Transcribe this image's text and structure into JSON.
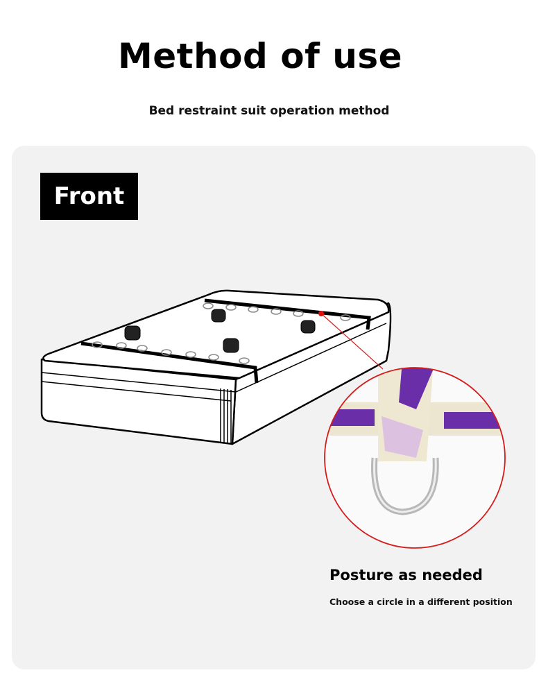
{
  "header": {
    "title": "Method of use",
    "subtitle": "Bed restraint suit operation method"
  },
  "panel": {
    "badge": "Front",
    "caption_title": "Posture as needed",
    "caption_subtitle": "Choose a circle in a different position"
  },
  "colors": {
    "panel_bg": "#f2f2f2",
    "badge_bg": "#000000",
    "highlight": "#d31c1c",
    "strap_purple": "#6a2fa8"
  }
}
